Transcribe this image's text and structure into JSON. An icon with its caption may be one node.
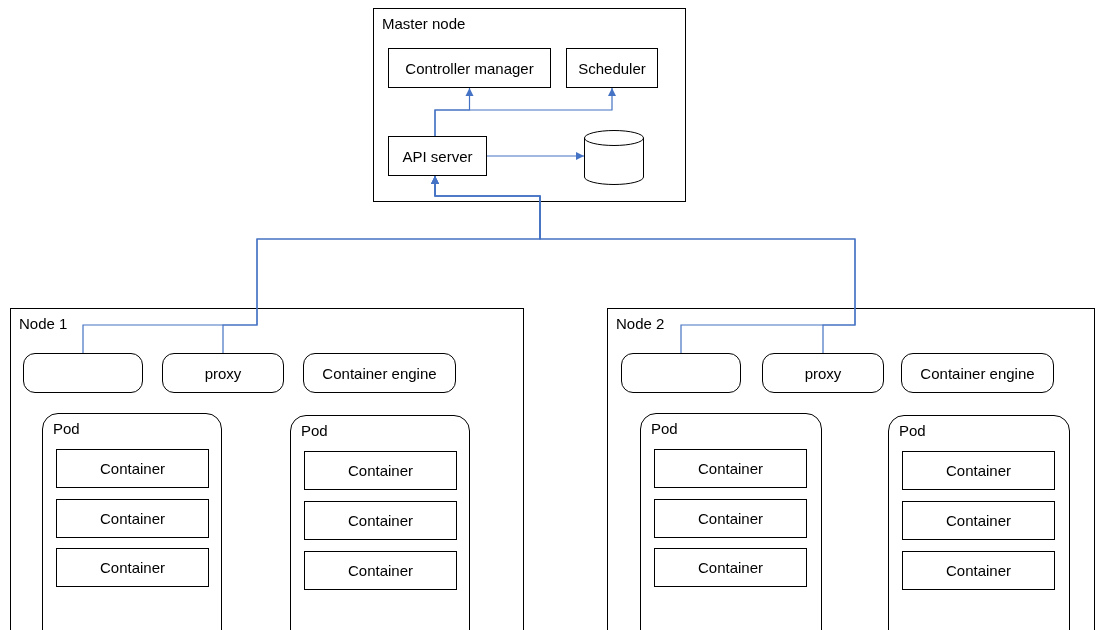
{
  "diagram": {
    "nodes": [
      {
        "text": [
          "Master node"
        ]
      },
      {
        "text": [
          "Controller manager"
        ],
        "in": 0
      },
      {
        "text": [
          "Scheduler"
        ],
        "in": 0
      },
      {
        "text": [
          "API server"
        ],
        "in": 0
      },
      {
        "text": [],
        "shape": "cylinder",
        "in": 0
      },
      {
        "text": [
          "Node 1"
        ]
      },
      {
        "text": [],
        "shape": "box",
        "in": 5
      },
      {
        "text": [
          "proxy"
        ],
        "in": 5
      },
      {
        "text": [
          "Container engine"
        ],
        "in": 5
      },
      {
        "text": [
          "Pod"
        ],
        "in": 5
      },
      {
        "text": [
          "Container"
        ],
        "in": 9
      },
      {
        "text": [
          "Container"
        ],
        "in": 9
      },
      {
        "text": [
          "Container"
        ],
        "in": 9
      },
      {
        "text": [
          "Pod"
        ],
        "in": 5
      },
      {
        "text": [
          "Container"
        ],
        "in": 13
      },
      {
        "text": [
          "Container"
        ],
        "in": 13
      },
      {
        "text": [
          "Container"
        ],
        "in": 13
      },
      {
        "text": [
          "Node 2"
        ]
      },
      {
        "text": [],
        "shape": "box",
        "in": 17
      },
      {
        "text": [
          "proxy"
        ],
        "in": 17
      },
      {
        "text": [
          "Container engine"
        ],
        "in": 17
      },
      {
        "text": [
          "Pod"
        ],
        "in": 17
      },
      {
        "text": [
          "Container"
        ],
        "in": 21
      },
      {
        "text": [
          "Container"
        ],
        "in": 21
      },
      {
        "text": [
          "Container"
        ],
        "in": 21
      },
      {
        "text": [
          "Pod"
        ],
        "in": 17
      },
      {
        "text": [
          "Container"
        ],
        "in": 25
      },
      {
        "text": [
          "Container"
        ],
        "in": 25
      },
      {
        "text": [
          "Container"
        ],
        "in": 25
      }
    ],
    "edges": [
      {
        "from": 3,
        "to": 1,
        "arrow": "to"
      },
      {
        "from": 3,
        "to": 2,
        "arrow": "to"
      },
      {
        "from": 3,
        "to": 4,
        "arrow": "to"
      },
      {
        "from": 6,
        "to": 3,
        "arrow": "to"
      },
      {
        "from": 7,
        "to": 3,
        "arrow": "to"
      },
      {
        "from": 18,
        "to": 3,
        "arrow": "to"
      },
      {
        "from": 19,
        "to": 3,
        "arrow": "to"
      }
    ]
  }
}
